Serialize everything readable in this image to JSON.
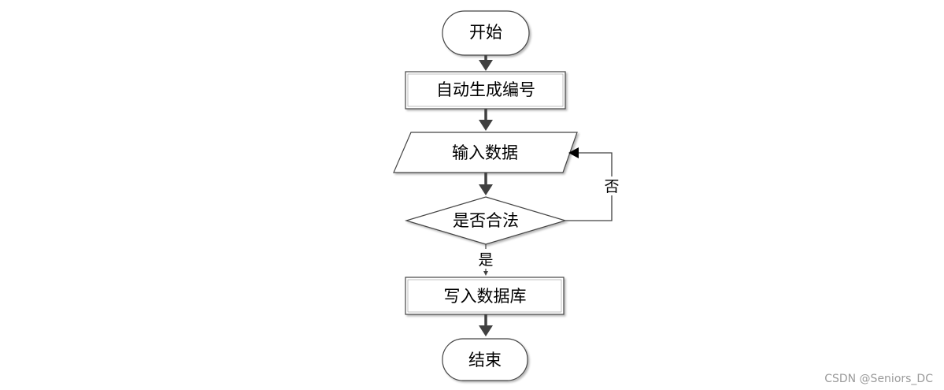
{
  "flowchart": {
    "start": "开始",
    "auto_number": "自动生成编号",
    "input_data": "输入数据",
    "is_valid": "是否合法",
    "write_db": "写入数据库",
    "end": "结束",
    "yes_label": "是",
    "no_label": "否"
  },
  "watermark": "CSDN @Seniors_DC"
}
